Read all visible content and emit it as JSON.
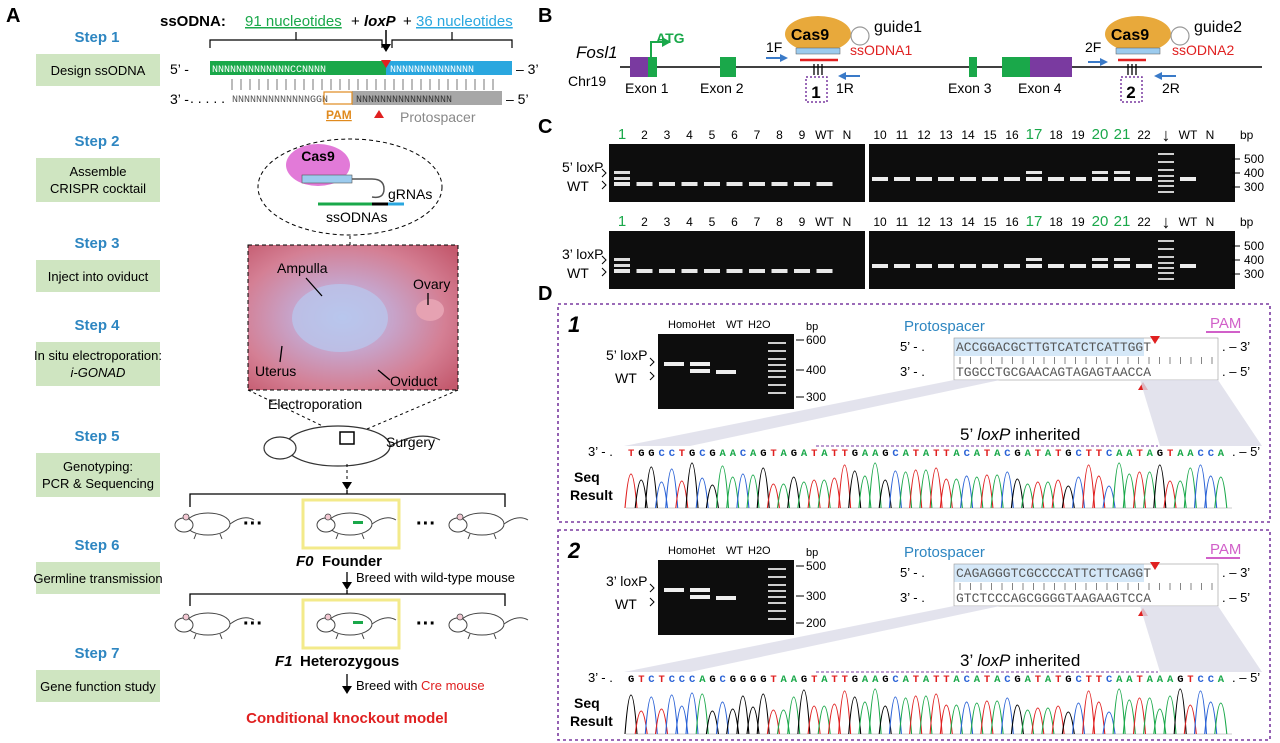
{
  "panels": {
    "a": "A",
    "b": "B",
    "c": "C",
    "d": "D"
  },
  "steps": [
    {
      "label": "Step 1",
      "lines": [
        "Design ssODNA"
      ]
    },
    {
      "label": "Step 2",
      "lines": [
        "Assemble",
        "CRISPR cocktail"
      ]
    },
    {
      "label": "Step 3",
      "lines": [
        "Inject into oviduct"
      ]
    },
    {
      "label": "Step 4",
      "lines": [
        "In situ electroporation:",
        "i-GONAD"
      ]
    },
    {
      "label": "Step 5",
      "lines": [
        "Genotyping:",
        "PCR & Sequencing"
      ]
    },
    {
      "label": "Step 6",
      "lines": [
        "Germline transmission"
      ]
    },
    {
      "label": "Step 7",
      "lines": [
        "Gene function study"
      ]
    }
  ],
  "ssodna": {
    "title": "ssODNA:",
    "left_arm": "91 nucleotides",
    "plus1": "+",
    "loxp": "loxP",
    "plus2": "+",
    "right_arm": "36 nucleotides",
    "top_5": "5’ -",
    "top_3": "– 3’",
    "bottom_3": "3’ -",
    "bottom_5": "– 5’",
    "top_seq_left": "NNNNNNNNNNNNNCCNNNN",
    "top_seq_right": "NNNNNNNNNNNNNN",
    "bottom_seq_left": "NNNNNNNNNNNNNGGN",
    "bottom_seq_right": "NNNNNNNNNNNNNNNN",
    "pam": "PAM",
    "protospacer": "Protospacer"
  },
  "cocktail": {
    "cas9": "Cas9",
    "grnas": "gRNAs",
    "ssodnas": "ssODNAs"
  },
  "oviduct_photo": {
    "ampulla": "Ampulla",
    "ovary": "Ovary",
    "uterus": "Uterus",
    "oviduct": "Oviduct",
    "caption": "Electroporation"
  },
  "surgery": "Surgery",
  "ellipsis": "···",
  "f0": {
    "gen": "F0",
    "label": "Founder"
  },
  "breed1": "Breed with wild-type mouse",
  "f1": {
    "gen": "F1",
    "label": "Heterozygous"
  },
  "breed2_prefix": "Breed with ",
  "breed2_cre": "Cre mouse",
  "final": "Conditional knockout model",
  "gene_map": {
    "gene": "Fosl1",
    "chrom": "Chr19",
    "atg": "ATG",
    "exons": [
      "Exon 1",
      "Exon 2",
      "Exon 3",
      "Exon 4"
    ],
    "guide1": "guide1",
    "guide2": "guide2",
    "cas9": "Cas9",
    "ssodna1": "ssODNA1",
    "ssodna2": "ssODNA2",
    "primers": [
      "1F",
      "1R",
      "2F",
      "2R"
    ],
    "sites": [
      "1",
      "2"
    ]
  },
  "gel_c": {
    "lanes_left": [
      "1",
      "2",
      "3",
      "4",
      "5",
      "6",
      "7",
      "8",
      "9",
      "WT",
      "N"
    ],
    "lanes_right": [
      "10",
      "11",
      "12",
      "13",
      "14",
      "15",
      "16",
      "17",
      "18",
      "19",
      "20",
      "21",
      "22",
      "↓",
      "WT",
      "N"
    ],
    "bp": "bp",
    "sizes": [
      "500",
      "400",
      "300"
    ],
    "top_label": "5’ loxP",
    "bottom_label": "3’ loxP",
    "wt_label": "WT"
  },
  "d1": {
    "number": "1",
    "lanes": [
      "Homo",
      "Het",
      "WT",
      "H2O"
    ],
    "bp": "bp",
    "sizes": [
      "600",
      "400",
      "300"
    ],
    "band_loxp": "5’ loxP",
    "band_wt": "WT",
    "protospacer": "Protospacer",
    "pam": "PAM",
    "seq_top_5": "5’ - .",
    "seq_top": "ACCGGACGCTTGTCATCTCATTGGT",
    "seq_top_3": ". – 3’",
    "seq_bot_3": "3’ - .",
    "seq_bot": "TGGCCTGCGAACAGTAGAGTAACCA",
    "seq_bot_5": ". – 5’",
    "inherited_num": "5’",
    "inherited_mid": "loxP",
    "inherited_end": "inherited",
    "chrom_3": "3’ - .",
    "chrom_seq": "TGGCCTGCGAACAGTAGATATTGAAGCATATTACATACGATATGCTTCAATAGTAACCA",
    "chrom_5": ". – 5’",
    "seq_result": [
      "Seq",
      "Result"
    ]
  },
  "d2": {
    "number": "2",
    "lanes": [
      "Homo",
      "Het",
      "WT",
      "H2O"
    ],
    "bp": "bp",
    "sizes": [
      "500",
      "300",
      "200"
    ],
    "band_loxp": "3’ loxP",
    "band_wt": "WT",
    "protospacer": "Protospacer",
    "pam": "PAM",
    "seq_top_5": "5’ - .",
    "seq_top": "CAGAGGGTCGCCCCATTCTTCAGGT",
    "seq_top_3": ". – 3’",
    "seq_bot_3": "3’ - .",
    "seq_bot": "GTCTCCCAGCGGGGTAAGAAGTCCA",
    "seq_bot_5": ". – 5’",
    "inherited_num": "3’",
    "inherited_mid": "loxP",
    "inherited_end": "inherited",
    "chrom_3": "3’ - .",
    "chrom_seq": "GTCTCCCAGCGGGGTAAGTATTGAAGCATATTACATACGATATGCTTCAATAAAGTCCA",
    "chrom_5": ". – 5’",
    "seq_result": [
      "Seq",
      "Result"
    ]
  },
  "colors": {
    "step_blue": "#2e86c1",
    "step_box": "#cfe5c1",
    "green_arm": "#1aa84a",
    "blue_arm": "#2aa7df",
    "red": "#e02020",
    "purple": "#7a3aa0",
    "pam_orange": "#e08a1e",
    "protospacer_blue": "#9ccbee",
    "cas9_gold": "#e8a93b",
    "pam_pink": "#d160c9"
  }
}
